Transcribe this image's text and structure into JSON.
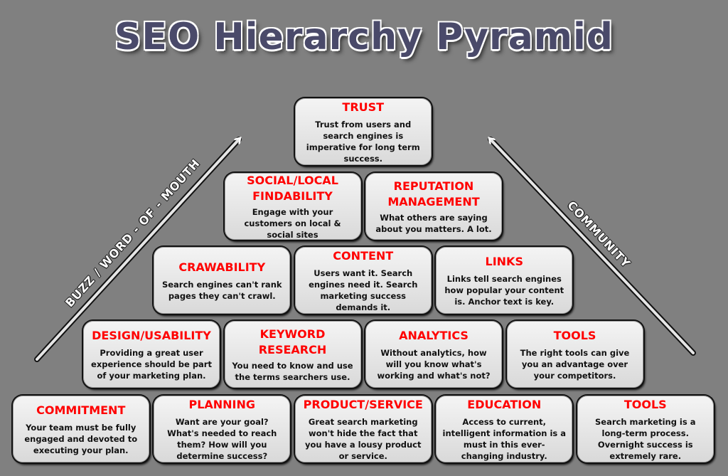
{
  "title": "SEO Hierarchy Pyramid",
  "left_arrow_label": "BUZZ / WORD - OF - MOUTH",
  "right_arrow_label": "COMMUNITY",
  "colors": {
    "background": "#808080",
    "heading": "#ff0000",
    "text": "#111111"
  },
  "rows": [
    [
      {
        "title": "TRUST",
        "text": "Trust from users and search engines is imperative for long term success."
      }
    ],
    [
      {
        "title": "SOCIAL/LOCAL FINDABILITY",
        "text": "Engage with your customers on local & social sites"
      },
      {
        "title": "REPUTATION MANAGEMENT",
        "text": "What others are saying about you matters. A lot."
      }
    ],
    [
      {
        "title": "CRAWABILITY",
        "text": "Search engines can't rank pages they can't crawl."
      },
      {
        "title": "CONTENT",
        "text": "Users want it. Search engines need it. Search marketing success demands it."
      },
      {
        "title": "LINKS",
        "text": "Links tell search engines how popular your content is. Anchor text is key."
      }
    ],
    [
      {
        "title": "DESIGN/USABILITY",
        "text": "Providing a great user experience should be part of your marketing plan."
      },
      {
        "title": "KEYWORD RESEARCH",
        "text": "You need to know and use the terms searchers use."
      },
      {
        "title": "ANALYTICS",
        "text": "Without analytics, how will you know what's working and what's not?"
      },
      {
        "title": "TOOLS",
        "text": "The right tools can give you an advantage over your competitors."
      }
    ],
    [
      {
        "title": "COMMITMENT",
        "text": "Your team must be fully engaged and devoted to executing your plan."
      },
      {
        "title": "PLANNING",
        "text": "Want are your goal? What's needed to reach them? How will you determine success?"
      },
      {
        "title": "PRODUCT/SERVICE",
        "text": "Great search marketing won't hide the fact that you have a lousy product or service."
      },
      {
        "title": "EDUCATION",
        "text": "Access to current, intelligent information is a must in this ever-changing industry."
      },
      {
        "title": "TOOLS",
        "text": "Search marketing is a long-term process. Overnight success is extremely rare."
      }
    ]
  ]
}
